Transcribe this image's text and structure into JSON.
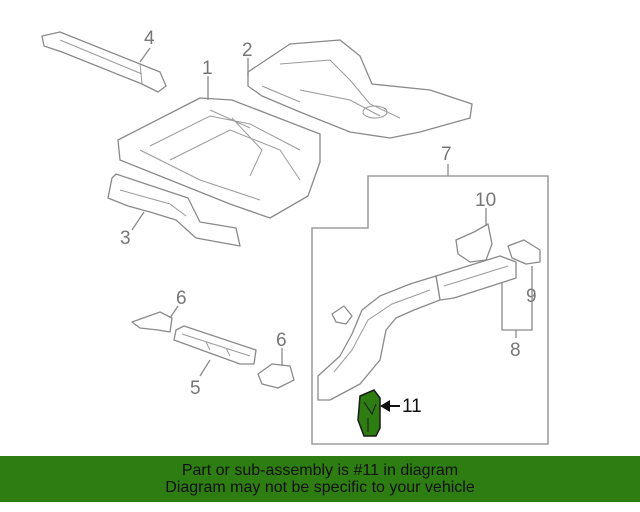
{
  "callouts": {
    "c1": "1",
    "c2": "2",
    "c3": "3",
    "c4": "4",
    "c5": "5",
    "c6a": "6",
    "c6b": "6",
    "c7": "7",
    "c8": "8",
    "c9": "9",
    "c10": "10",
    "c11": "11"
  },
  "highlight": {
    "part_number": "11",
    "color": "#2e7d12"
  },
  "banner": {
    "line1": "Part or sub-assembly is #11 in diagram",
    "line2": "Diagram may not be specific to your vehicle",
    "background": "#2e7d12"
  }
}
